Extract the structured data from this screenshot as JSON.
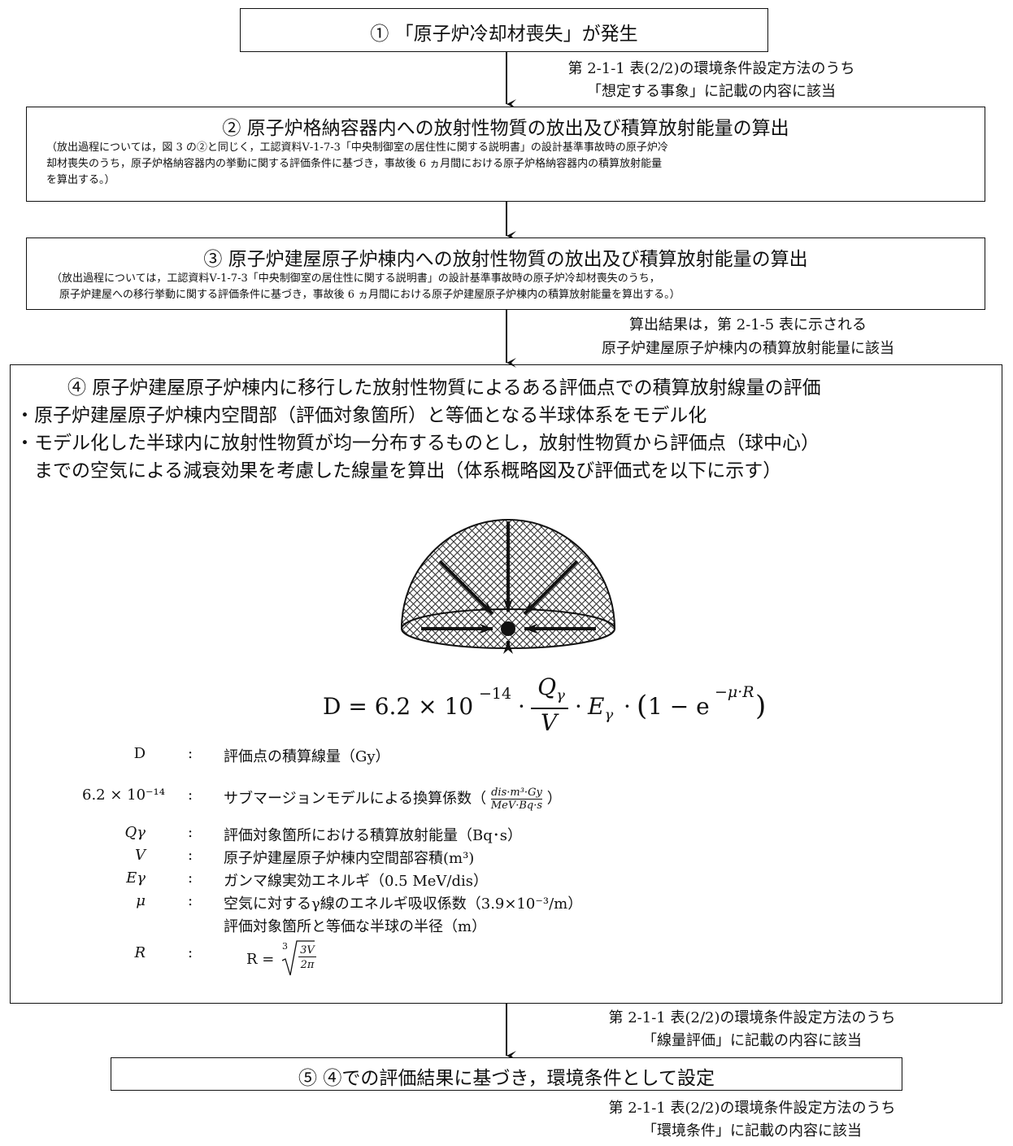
{
  "step1": {
    "title": "① 「原子炉冷却材喪失」が発生"
  },
  "arrow1_note": [
    "第 2-1-1 表(2/2)の環境条件設定方法のうち",
    "「想定する事象」に記載の内容に該当"
  ],
  "step2": {
    "title": "② 原子炉格納容器内への放射性物質の放出及び積算放射能量の算出",
    "notes": [
      "（放出過程については，図 3 の②と同じく，工認資料Ⅴ-1-7-3「中央制御室の居住性に関する説明書」の設計基準事故時の原子炉冷",
      "却材喪失のうち，原子炉格納容器内の挙動に関する評価条件に基づき，事故後 6 ヵ月間における原子炉格納容器内の積算放射能量",
      "を算出する。）"
    ]
  },
  "step3": {
    "title": "③ 原子炉建屋原子炉棟内への放射性物質の放出及び積算放射能量の算出",
    "notes": [
      "（放出過程については，工認資料Ⅴ-1-7-3「中央制御室の居住性に関する説明書」の設計基準事故時の原子炉冷却材喪失のうち，",
      "原子炉建屋への移行挙動に関する評価条件に基づき，事故後 6 ヵ月間における原子炉建屋原子炉棟内の積算放射能量を算出する。）"
    ]
  },
  "arrow3_note": [
    "算出結果は，第 2-1-5 表に示される",
    "原子炉建屋原子炉棟内の積算放射能量に該当"
  ],
  "step4": {
    "title": "④ 原子炉建屋原子炉棟内に移行した放射性物質によるある評価点での積算放射線量の評価",
    "bullets": [
      "・原子炉建屋原子炉棟内空間部（評価対象箇所）と等価となる半球体系をモデル化",
      "・モデル化した半球内に放射性物質が均一分布するものとし，放射性物質から評価点（球中心）",
      "　までの空気による減衰効果を考慮した線量を算出（体系概略図及び評価式を以下に示す）"
    ],
    "formula": {
      "lhs": "D = 6.2 × 10",
      "exp": "−14",
      "num": "Q",
      "num_sub": "γ",
      "den": "V",
      "e": "E",
      "e_sub": "γ",
      "bracket": "1 − e",
      "bracket_exp": "−μ·R"
    },
    "legend": [
      {
        "sym": "D",
        "desc": "評価点の積算線量（Gy）"
      },
      {
        "sym": "6.2 × 10⁻¹⁴",
        "desc": "サブマージョンモデルによる換算係数（",
        "unit_num": "dis·m³·Gy",
        "unit_den": "MeV·Bq·s",
        "desc_end": "）"
      },
      {
        "sym": "Qγ",
        "desc": "評価対象箇所における積算放射能量（Bq･s）"
      },
      {
        "sym": "V",
        "desc": "原子炉建屋原子炉棟内空間部容積(m³)"
      },
      {
        "sym": "Eγ",
        "desc": "ガンマ線実効エネルギ（0.5 MeV/dis）"
      },
      {
        "sym": "μ",
        "desc": "空気に対するγ線のエネルギ吸収係数（3.9×10⁻³/m）"
      },
      {
        "sym": "R",
        "desc": "評価対象箇所と等価な半球の半径（m）",
        "formula": "R = ",
        "root_idx": "3",
        "root_num": "3V",
        "root_den": "2π"
      }
    ]
  },
  "arrow4_note": [
    "第 2-1-1 表(2/2)の環境条件設定方法のうち",
    "「線量評価」に記載の内容に該当"
  ],
  "step5": {
    "title": "⑤ ④での評価結果に基づき，環境条件として設定"
  },
  "final_note": [
    "第 2-1-1 表(2/2)の環境条件設定方法のうち",
    "「環境条件」に記載の内容に該当"
  ]
}
